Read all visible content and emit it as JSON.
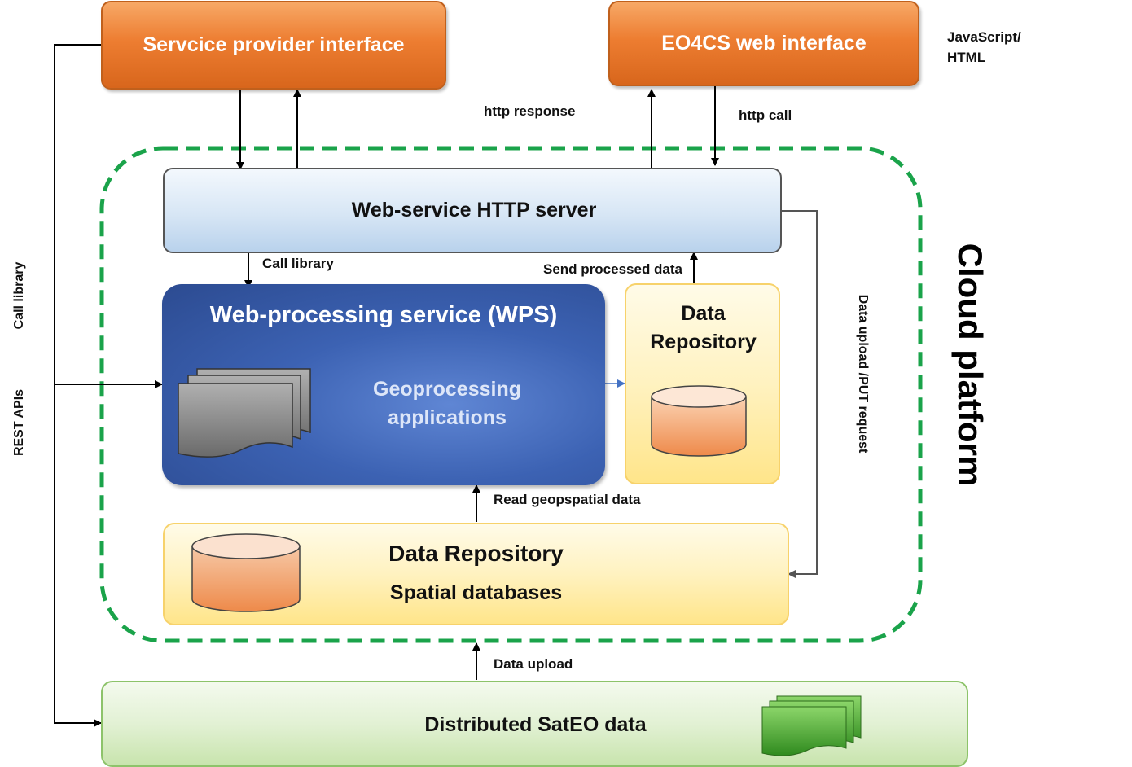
{
  "boxes": {
    "service_provider": "Servcice provider interface",
    "eo4cs": "EO4CS web interface",
    "http_server": "Web-service HTTP server",
    "wps_title": "Web-processing service (WPS)",
    "geoprocessing": "Geoprocessing applications",
    "data_repo_small": "Data Repository",
    "data_repo_main": "Data Repository",
    "spatial_db": "Spatial databases",
    "sateo": "Distributed SatEO data",
    "cloud_platform": "Cloud platform"
  },
  "labels": {
    "javascript_html": "JavaScript/ HTML",
    "http_response": "http response",
    "http_call": "http call",
    "call_library_inner": "Call library",
    "send_processed": "Send processed data",
    "read_geospatial": "Read geopspatial data",
    "data_upload": "Data upload",
    "data_upload_put": "Data upload /PUT request",
    "call_library_side": "Call library",
    "rest_apis": "REST APIs"
  },
  "colors": {
    "orange": "#ed7d31",
    "cloud_border": "#1aa34a",
    "wps_blue": "#2f5597",
    "repo_yellow": "#ffe699",
    "sateo_green": "#c5e0b4"
  }
}
